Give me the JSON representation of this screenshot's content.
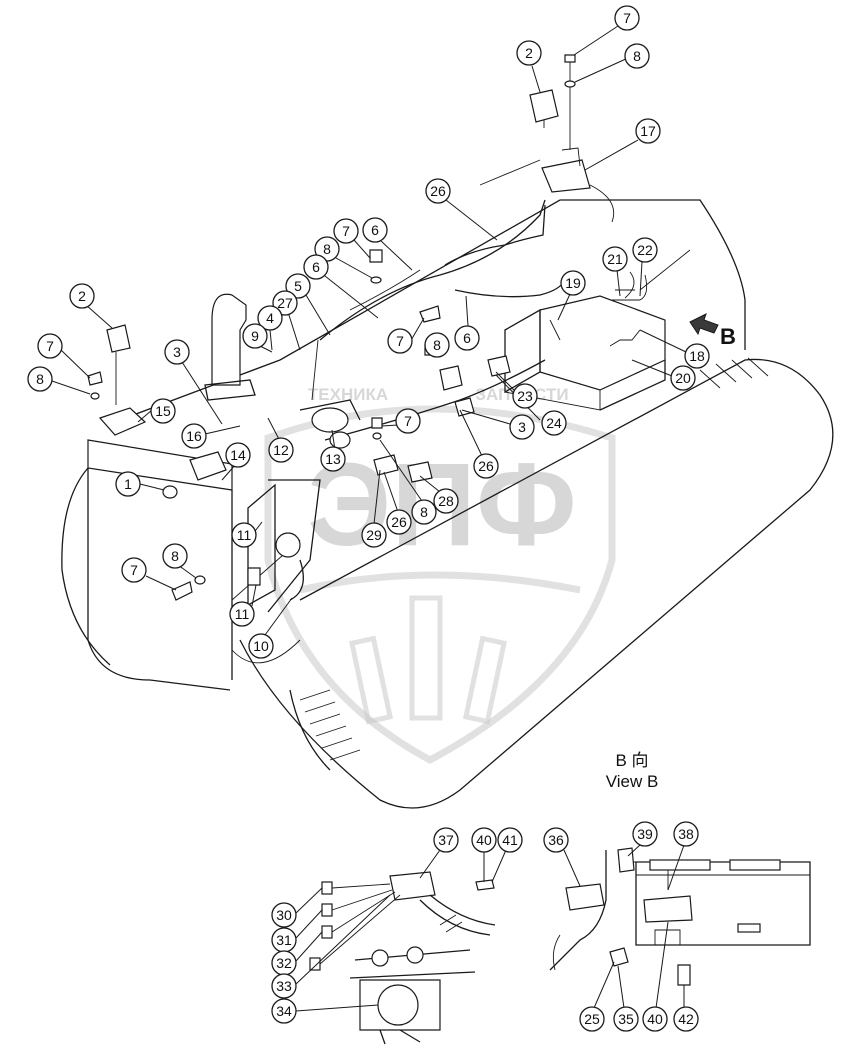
{
  "view_b": {
    "arrow_label": "B",
    "title_cn": "B 向",
    "title_en": "View B"
  },
  "watermark": {
    "logo_text": "ЭПФ",
    "banner_left": "ТЕХНИКА",
    "banner_right": "ЗАПЧАСТИ"
  },
  "callouts": {
    "c1": "1",
    "c2a": "2",
    "c2b": "2",
    "c3a": "3",
    "c3b": "3",
    "c4": "4",
    "c5": "5",
    "c6a": "6",
    "c6b": "6",
    "c6c": "6",
    "c7a": "7",
    "c7b": "7",
    "c7c": "7",
    "c7d": "7",
    "c7e": "7",
    "c7f": "7",
    "c8a": "8",
    "c8b": "8",
    "c8c": "8",
    "c8d": "8",
    "c8e": "8",
    "c8f": "8",
    "c9": "9",
    "c10": "10",
    "c11a": "11",
    "c11b": "11",
    "c12": "12",
    "c13": "13",
    "c14": "14",
    "c15": "15",
    "c16": "16",
    "c17": "17",
    "c18": "18",
    "c19": "19",
    "c20": "20",
    "c21": "21",
    "c22": "22",
    "c23": "23",
    "c24": "24",
    "c26a": "26",
    "c26b": "26",
    "c26c": "26",
    "c27": "27",
    "c28": "28",
    "c29": "29",
    "c30": "30",
    "c31": "31",
    "c32": "32",
    "c33": "33",
    "c34": "34",
    "c37": "37",
    "c40a": "40",
    "c41": "41",
    "c36": "36",
    "c39": "39",
    "c38": "38",
    "c25": "25",
    "c35": "35",
    "c40b": "40",
    "c42": "42"
  }
}
